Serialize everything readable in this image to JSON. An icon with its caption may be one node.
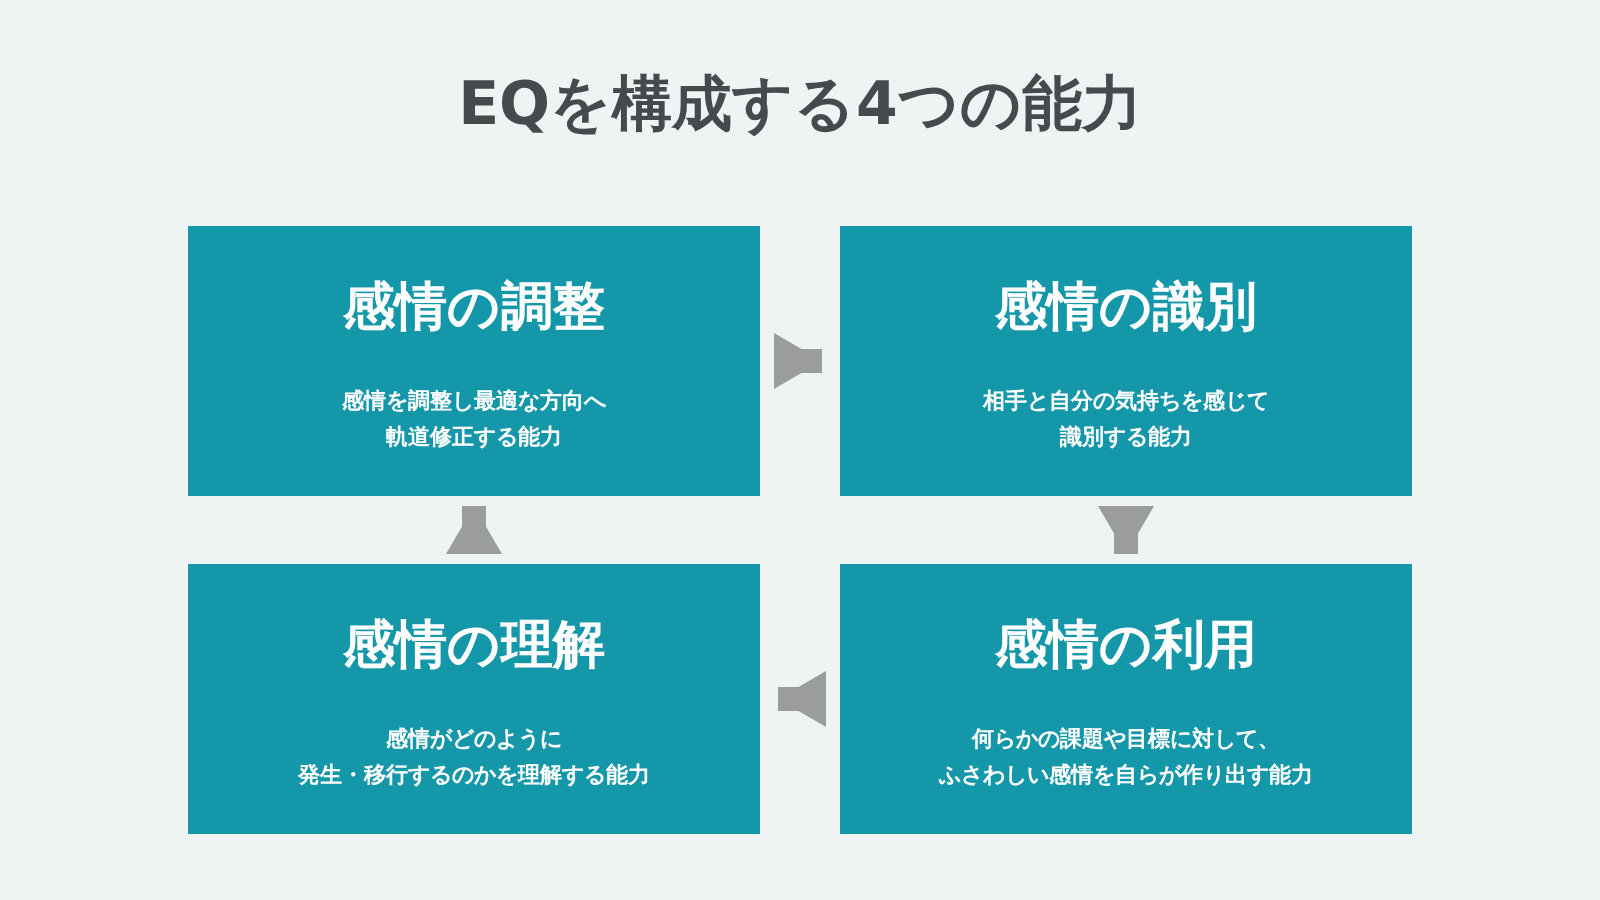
{
  "diagram": {
    "title": "EQを構成する4つの能力",
    "nodes": [
      {
        "text": [
          "感情の調整",
          "感情を調整し最適な方向へ軌道修正する能力"
        ]
      },
      {
        "text": [
          "感情の識別",
          "相手と自分の気持ちを感じて識別する能力"
        ]
      },
      {
        "text": [
          "感情の理解",
          "感情がどのように発生・移行するのかを理解する能力"
        ]
      },
      {
        "text": [
          "感情の利用",
          "何らかの課題や目標に対して、ふさわしい感情を自らが作り出す能力"
        ]
      }
    ],
    "edges": [
      {
        "from": 0,
        "to": 1,
        "arrow": "to"
      },
      {
        "from": 1,
        "to": 3,
        "arrow": "to"
      },
      {
        "from": 3,
        "to": 2,
        "arrow": "to"
      },
      {
        "from": 2,
        "to": 0,
        "arrow": "to"
      }
    ]
  }
}
